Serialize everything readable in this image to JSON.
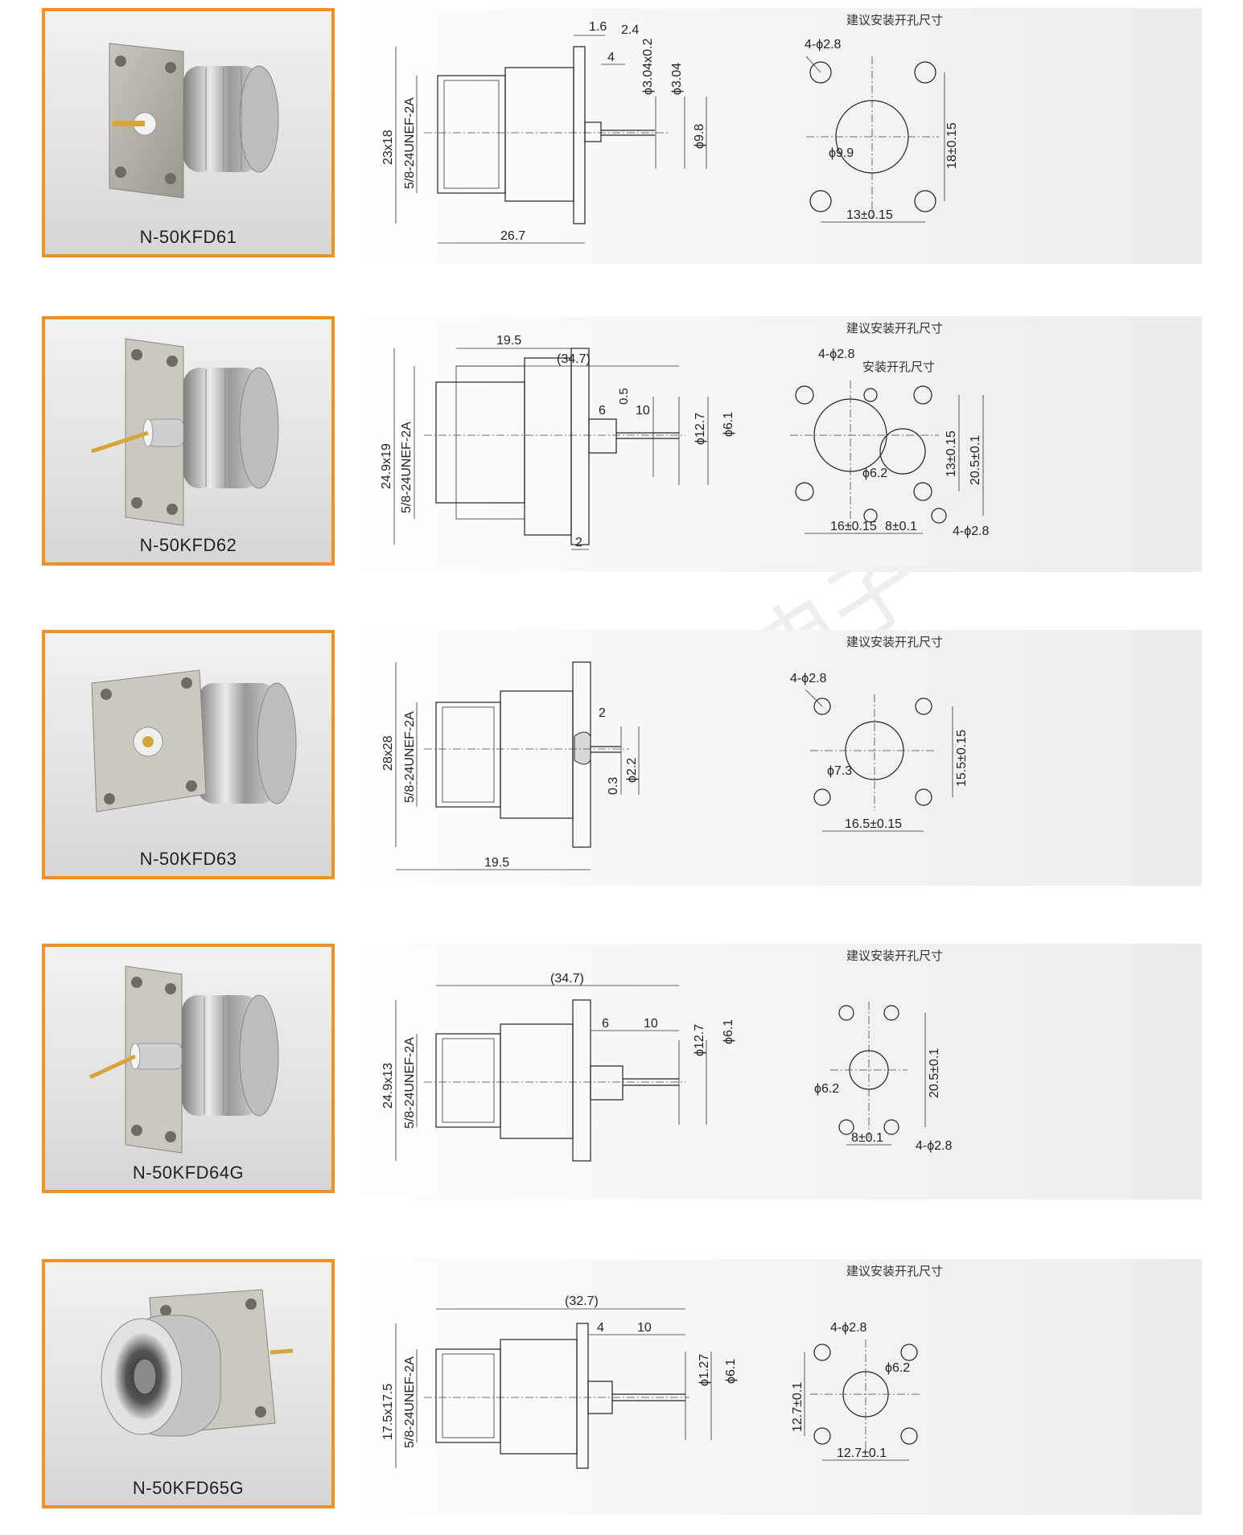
{
  "products": [
    {
      "model": "N-50KFD61",
      "cutout_title": "建议安装开孔尺寸",
      "side_dims": [
        "1.6",
        "2.4",
        "4",
        "ϕ3.04x0.2",
        "ϕ3.04",
        "ϕ9.8",
        "23x18",
        "5/8-24UNEF-2A",
        "26.7"
      ],
      "cutout_dims": [
        "4-ϕ2.8",
        "ϕ9.9",
        "18±0.15",
        "13±0.15"
      ]
    },
    {
      "model": "N-50KFD62",
      "cutout_title": "建议安装开孔尺寸",
      "side_dims": [
        "19.5",
        "(34.7)",
        "0.5",
        "6",
        "10",
        "ϕ12.7",
        "ϕ6.1",
        "24.9x19",
        "5/8-24UNEF-2A",
        "2"
      ],
      "cutout_dims": [
        "4-ϕ2.8",
        "安装开孔尺寸",
        "ϕ6.2",
        "13±0.15",
        "20.5±0.1",
        "16±0.15",
        "8±0.1",
        "4-ϕ2.8"
      ]
    },
    {
      "model": "N-50KFD63",
      "cutout_title": "建议安装开孔尺寸",
      "side_dims": [
        "28x28",
        "5/8-24UNEF-2A",
        "2",
        "0.3",
        "ϕ2.2",
        "19.5"
      ],
      "cutout_dims": [
        "4-ϕ2.8",
        "ϕ7.3",
        "15.5±0.15",
        "16.5±0.15"
      ]
    },
    {
      "model": "N-50KFD64G",
      "cutout_title": "建议安装开孔尺寸",
      "side_dims": [
        "(34.7)",
        "6",
        "10",
        "ϕ12.7",
        "ϕ6.1",
        "24.9x13",
        "5/8-24UNEF-2A"
      ],
      "cutout_dims": [
        "ϕ6.2",
        "20.5±0.1",
        "8±0.1",
        "4-ϕ2.8"
      ]
    },
    {
      "model": "N-50KFD65G",
      "cutout_title": "建议安装开孔尺寸",
      "side_dims": [
        "(32.7)",
        "4",
        "10",
        "ϕ1.27",
        "ϕ6.1",
        "17.5x17.5",
        "5/8-24UNEF-2A"
      ],
      "cutout_dims": [
        "4-ϕ2.8",
        "ϕ6.2",
        "12.7±0.1",
        "12.7±0.1"
      ]
    }
  ],
  "watermark": "西安远航电子",
  "colors": {
    "frame": "#ee9128",
    "panel": "#ececec",
    "line": "#222222"
  }
}
